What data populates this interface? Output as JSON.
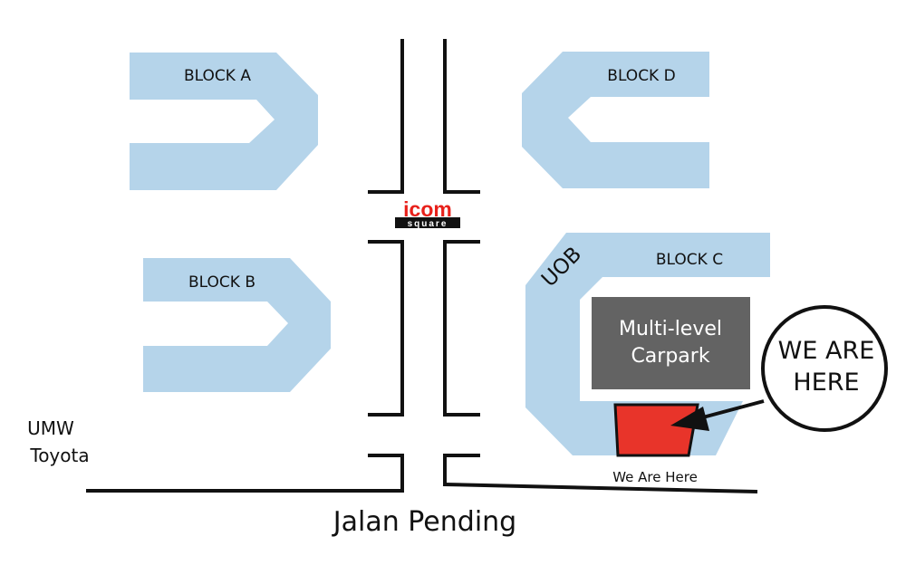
{
  "blocks": {
    "a": "BLOCK A",
    "b": "BLOCK B",
    "c": "BLOCK C",
    "d": "BLOCK D"
  },
  "uob": "UOB",
  "carpark": {
    "line1": "Multi-level",
    "line2": "Carpark"
  },
  "callout": {
    "line1": "WE ARE",
    "line2": "HERE"
  },
  "we_are_here_label": "We Are Here",
  "umw": {
    "line1": "UMW",
    "line2": "Toyota"
  },
  "road_name": "Jalan Pending",
  "logo": {
    "word": "icom",
    "sub": "square"
  },
  "colors": {
    "block": "#b5d4ea",
    "carpark": "#636363",
    "marker": "#e8342a",
    "road": "#111111",
    "logo_red": "#e8201a"
  }
}
